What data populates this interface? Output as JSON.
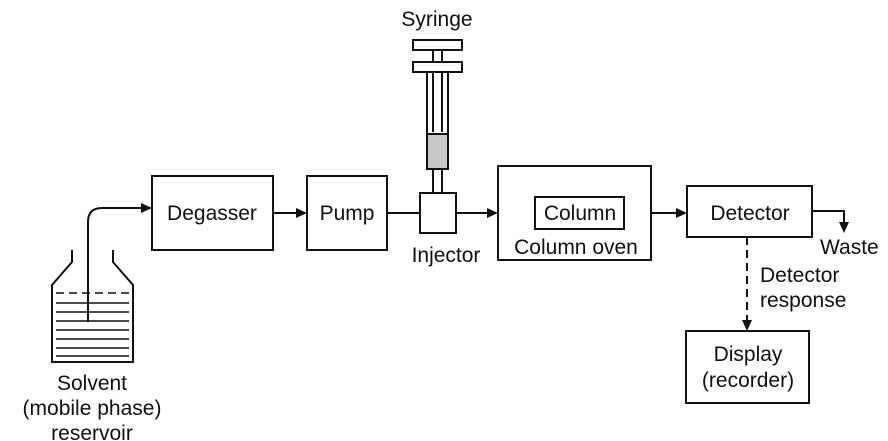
{
  "labels": {
    "syringe": "Syringe",
    "degasser": "Degasser",
    "pump": "Pump",
    "injector": "Injector",
    "column": "Column",
    "column_oven": "Column oven",
    "detector": "Detector",
    "waste": "Waste",
    "detector_response_line1": "Detector",
    "detector_response_line2": "response",
    "display_line1": "Display",
    "display_line2": "(recorder)",
    "reservoir_line1": "Solvent",
    "reservoir_line2": "(mobile phase)",
    "reservoir_line3": "reservoir"
  },
  "colors": {
    "stroke": "#111111",
    "background": "#ffffff",
    "sample_fill": "#c9c9c9"
  }
}
